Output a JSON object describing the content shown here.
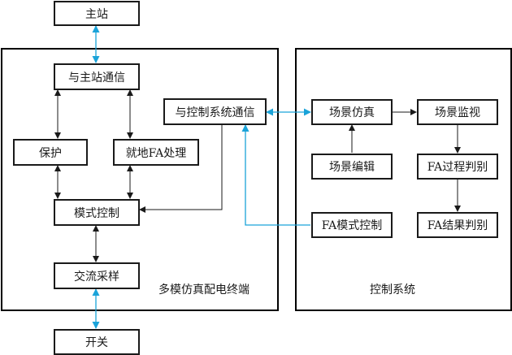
{
  "groups": {
    "terminal": {
      "label": "多模仿真配电终端"
    },
    "control": {
      "label": "控制系统"
    }
  },
  "nodes": {
    "master": "主站",
    "master_comm": "与主站通信",
    "control_comm": "与控制系统通信",
    "protection": "保护",
    "local_fa": "就地FA处理",
    "mode_control": "模式控制",
    "ac_sampling": "交流采样",
    "switch": "开关",
    "scene_sim": "场景仿真",
    "scene_monitor": "场景监视",
    "scene_edit": "场景编辑",
    "fa_process": "FA过程判别",
    "fa_mode_control": "FA模式控制",
    "fa_result": "FA结果判别"
  },
  "colors": {
    "line": "#1a1a1a",
    "accent_link": "#1aa3d9"
  },
  "edges": [
    {
      "from": "master",
      "to": "master_comm",
      "type": "bidirectional",
      "color": "accent"
    },
    {
      "from": "master_comm",
      "to": "protection",
      "type": "bidirectional"
    },
    {
      "from": "master_comm",
      "to": "local_fa",
      "type": "bidirectional"
    },
    {
      "from": "protection",
      "to": "mode_control",
      "type": "bidirectional"
    },
    {
      "from": "local_fa",
      "to": "mode_control",
      "type": "bidirectional"
    },
    {
      "from": "control_comm",
      "to": "mode_control",
      "type": "directed"
    },
    {
      "from": "mode_control",
      "to": "ac_sampling",
      "type": "bidirectional"
    },
    {
      "from": "ac_sampling",
      "to": "switch",
      "type": "bidirectional",
      "color": "accent"
    },
    {
      "from": "control_comm",
      "to": "scene_sim",
      "type": "bidirectional",
      "color": "accent"
    },
    {
      "from": "fa_mode_control",
      "to": "control_comm",
      "type": "directed",
      "color": "accent"
    },
    {
      "from": "scene_edit",
      "to": "scene_sim",
      "type": "directed"
    },
    {
      "from": "scene_sim",
      "to": "scene_monitor",
      "type": "directed"
    },
    {
      "from": "scene_monitor",
      "to": "fa_process",
      "type": "directed"
    },
    {
      "from": "fa_process",
      "to": "fa_result",
      "type": "directed"
    }
  ]
}
